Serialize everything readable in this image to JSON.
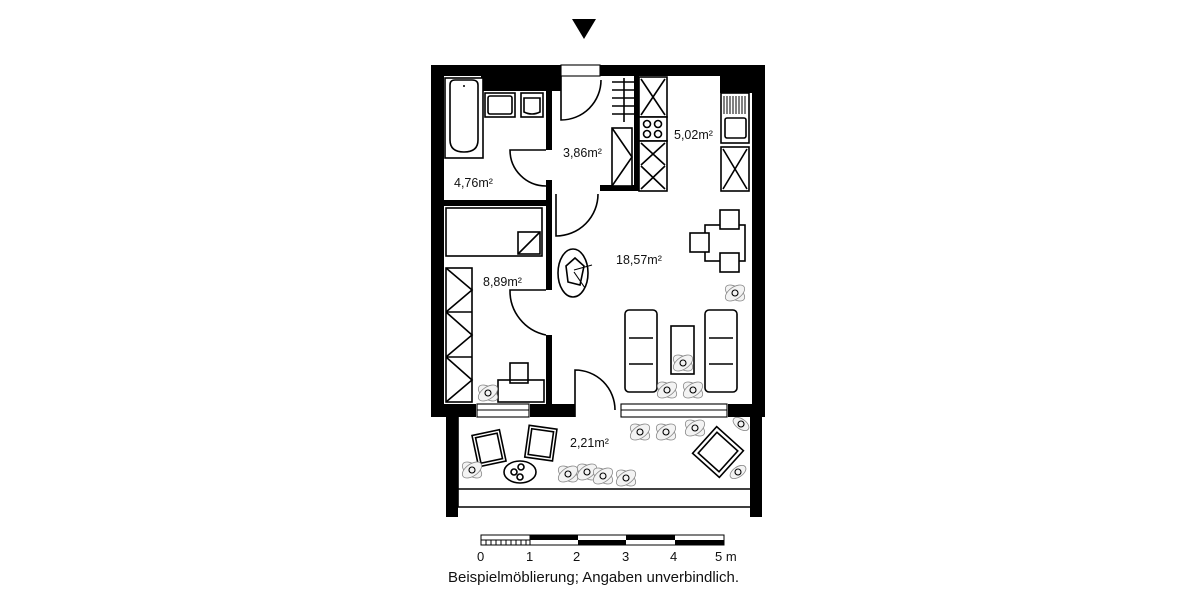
{
  "plan": {
    "entrance_marker": "entrance-arrow",
    "rooms": [
      {
        "id": "bathroom",
        "area": "4,76m²"
      },
      {
        "id": "hallway",
        "area": "3,86m²"
      },
      {
        "id": "kitchen",
        "area": "5,02m²"
      },
      {
        "id": "bedroom",
        "area": "8,89m²"
      },
      {
        "id": "living-room",
        "area": "18,57m²"
      },
      {
        "id": "balcony",
        "area": "2,21m²"
      }
    ]
  },
  "scale": {
    "ticks": [
      "0",
      "1",
      "2",
      "3",
      "4",
      "5 m"
    ]
  },
  "caption": "Beispielmöblierung; Angaben unverbindlich.",
  "colors": {
    "ink": "#000000",
    "background": "#ffffff",
    "plant": "#888888"
  }
}
